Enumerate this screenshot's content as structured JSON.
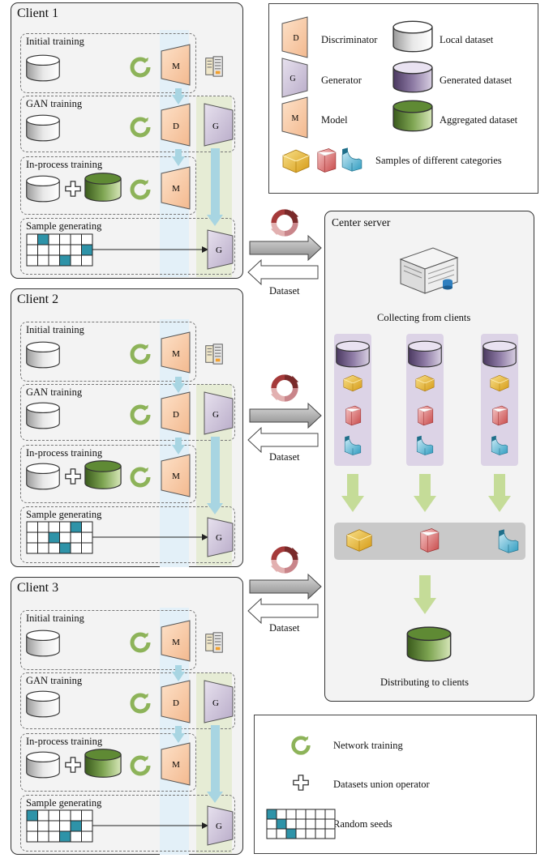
{
  "clients": [
    {
      "title": "Client 1"
    },
    {
      "title": "Client 2"
    },
    {
      "title": "Client 3"
    }
  ],
  "stages": {
    "initial": "Initial training",
    "gan": "GAN training",
    "inprocess": "In-process training",
    "sample": "Sample generating"
  },
  "blocks": {
    "model": "M",
    "discriminator": "D",
    "generator": "G"
  },
  "arrows": {
    "dataset_label": "Dataset"
  },
  "server": {
    "title": "Center server",
    "collecting": "Collecting from clients",
    "distributing": "Distributing to clients"
  },
  "legend_top": {
    "discriminator": "Discriminator",
    "generator": "Generator",
    "model": "Model",
    "local_dataset": "Local dataset",
    "generated_dataset": "Generated dataset",
    "aggregated_dataset": "Aggregated dataset",
    "samples": "Samples of different categories"
  },
  "legend_bottom": {
    "network_training": "Network training",
    "union": "Datasets union operator",
    "random_seeds": "Random seeds"
  },
  "colors": {
    "orange_block": "#f7cba6",
    "purple_block": "#cfc6dc",
    "green_ring": "#8db359",
    "teal_seed": "#2e93a8",
    "green_band": "#e6ecd5",
    "blue_band": "#e3f0f8",
    "light_blue_arrow": "#a8d5e2",
    "light_green_arrow": "#c5dc98"
  }
}
